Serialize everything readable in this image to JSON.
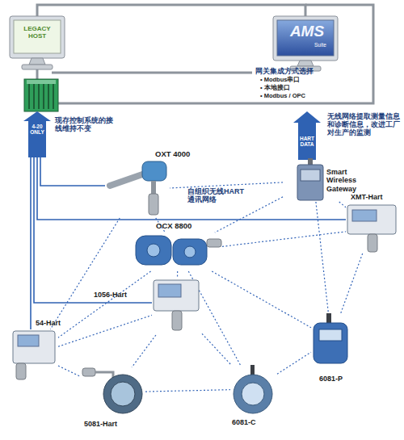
{
  "diagram": {
    "nodes": [
      {
        "text": [
          "LEGACY HOST"
        ]
      },
      {
        "text": [
          "AMS",
          "Suite"
        ]
      },
      {
        "text": [
          "Smart Wireless Gateway"
        ]
      },
      {
        "text": [
          "OXT 4000"
        ]
      },
      {
        "text": [
          "XMT-Hart"
        ]
      },
      {
        "text": [
          "OCX 8800"
        ]
      },
      {
        "text": [
          "1056-Hart"
        ]
      },
      {
        "text": [
          "54-Hart"
        ]
      },
      {
        "text": [
          "6081-P"
        ]
      },
      {
        "text": [
          "6081-C"
        ]
      },
      {
        "text": [
          "5081-Hart"
        ]
      }
    ],
    "edges": [
      {
        "from": 2,
        "to": 1,
        "arrow": "to",
        "label": "HART DATA"
      },
      {
        "from": 7,
        "to": 0,
        "arrow": "none"
      },
      {
        "from": 6,
        "to": 0,
        "arrow": "none"
      },
      {
        "from": 4,
        "to": 0,
        "arrow": "none"
      },
      {
        "from": 3,
        "to": 0,
        "arrow": "none"
      },
      {
        "from": 2,
        "to": 5,
        "arrow": "none"
      },
      {
        "from": 2,
        "to": 3,
        "arrow": "none"
      },
      {
        "from": 2,
        "to": 4,
        "arrow": "none"
      },
      {
        "from": 2,
        "to": 8,
        "arrow": "none"
      },
      {
        "from": 5,
        "to": 4,
        "arrow": "none"
      },
      {
        "from": 5,
        "to": 6,
        "arrow": "none"
      },
      {
        "from": 5,
        "to": 7,
        "arrow": "none"
      },
      {
        "from": 5,
        "to": 8,
        "arrow": "none"
      },
      {
        "from": 5,
        "to": 9,
        "arrow": "none"
      },
      {
        "from": 3,
        "to": 5,
        "arrow": "none"
      },
      {
        "from": 3,
        "to": 7,
        "arrow": "none"
      },
      {
        "from": 7,
        "to": 10,
        "arrow": "none"
      },
      {
        "from": 7,
        "to": 6,
        "arrow": "none"
      },
      {
        "from": 6,
        "to": 10,
        "arrow": "none"
      },
      {
        "from": 6,
        "to": 9,
        "arrow": "none"
      },
      {
        "from": 10,
        "to": 9,
        "arrow": "none"
      },
      {
        "from": 9,
        "to": 8,
        "arrow": "none"
      },
      {
        "from": 4,
        "to": 8,
        "arrow": "none"
      }
    ],
    "labels": [
      "网关集成方式选择",
      "• Modbus串口",
      "• 本地接口",
      "• Modbus / OPC",
      "无线网络提取测量信息和诊断信息，改进工厂对生产的监测",
      "现存控制系统的接线维持不变",
      "4-20 ONLY",
      "自组织无线HART通讯网络"
    ]
  }
}
